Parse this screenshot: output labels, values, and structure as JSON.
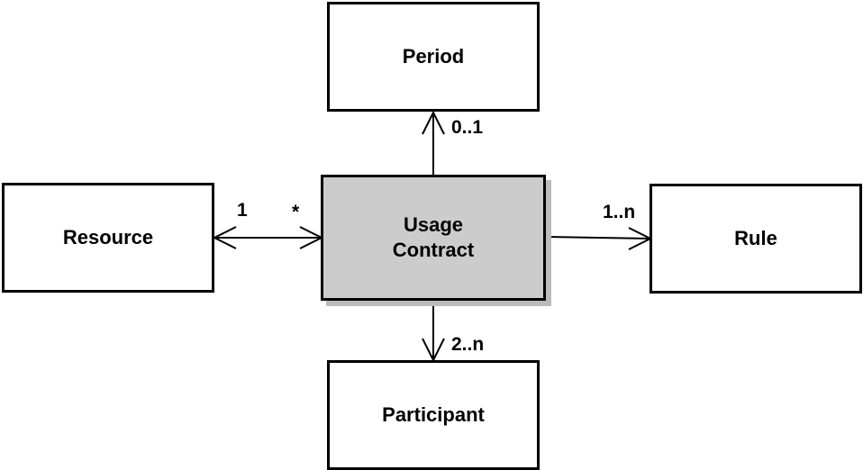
{
  "classes": {
    "period": "Period",
    "resource": "Resource",
    "usage_contract": {
      "line1": "Usage",
      "line2": "Contract"
    },
    "rule": "Rule",
    "participant": "Participant"
  },
  "multiplicities": {
    "period_end": "0..1",
    "resource_end": "1",
    "contract_end": "*",
    "rule_end": "1..n",
    "participant_end": "2..n"
  },
  "colors": {
    "center_fill": "#cccccc",
    "box_fill": "#ffffff",
    "stroke": "#000000"
  }
}
